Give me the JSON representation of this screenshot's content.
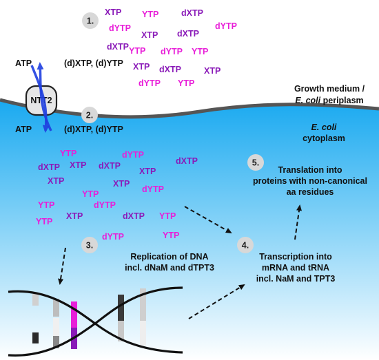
{
  "steps": [
    "1.",
    "2.",
    "3.",
    "4.",
    "5."
  ],
  "membrane": {
    "outside_line1": "Growth medium /",
    "outside_line2_italic": "E. coli",
    "outside_line2_rest": " periplasm",
    "inside_line1": "E. coli",
    "inside_line2": "cytoplasm"
  },
  "transporter": {
    "name": "NTT2",
    "top_left": "ATP",
    "top_right": "(d)XTP, (d)YTP",
    "bottom_left": "ATP",
    "bottom_right": "(d)XTP, (d)YTP"
  },
  "colors": {
    "xtp_purple": "#8a1ab8",
    "ytp_magenta": "#e81ed8",
    "gradient_top": "#19a9f0",
    "gradient_bottom": "#ffffff",
    "membrane": "#555555",
    "transporter_arrow": "#1f3fe0"
  },
  "molecules_outside": [
    "XTP",
    "YTP",
    "dXTP",
    "dYTP",
    "XTP",
    "dXTP",
    "dYTP",
    "dXTP",
    "YTP",
    "dYTP",
    "YTP",
    "XTP",
    "dXTP",
    "XTP",
    "dYTP",
    "YTP"
  ],
  "molecules_inside": [
    "dXTP",
    "YTP",
    "dYTP",
    "XTP",
    "dXTP",
    "XTP",
    "dXTP",
    "XTP",
    "YTP",
    "XTP",
    "dYTP",
    "YTP",
    "dYTP",
    "YTP",
    "XTP",
    "dXTP",
    "YTP",
    "dYTP",
    "YTP"
  ],
  "texts": {
    "replication_1": "Replication of DNA",
    "replication_2": "incl. dNaM and dTPT3",
    "transcription_1": "Transcription into",
    "transcription_2": "mRNA and tRNA",
    "transcription_3": "incl. NaM and TPT3",
    "translation_1": "Translation into",
    "translation_2": "proteins with non-canonical",
    "translation_3": "aa residues"
  }
}
